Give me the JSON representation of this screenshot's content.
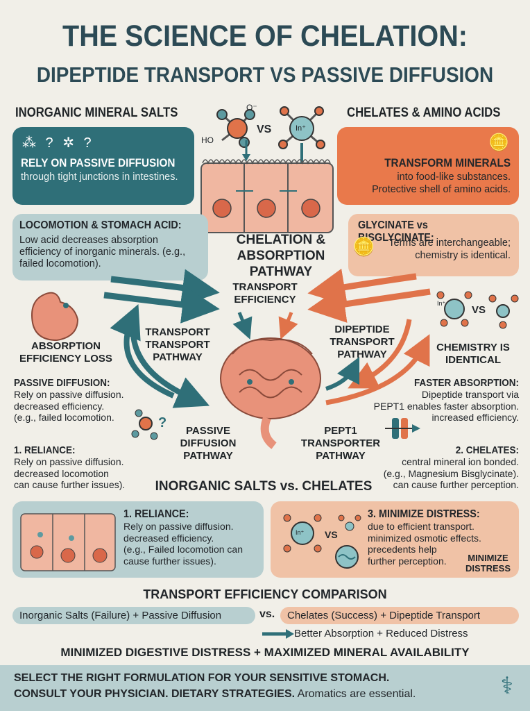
{
  "title": {
    "line1": "THE SCIENCE OF CHELATION:",
    "line2": "DIPEPTIDE TRANSPORT VS PASSIVE DIFFUSION"
  },
  "left_header": "INORGANIC MINERAL SALTS",
  "right_header": "CHELATES & AMINO ACIDS",
  "top_vs": "VS",
  "molecule_labels": {
    "ho": "HO",
    "o_minus": "O⁻",
    "ion": "In⁺",
    "ion2": "In⁺",
    "ion3": "In⁺"
  },
  "box_passive": {
    "head": "RELY ON PASSIVE DIFFUSION",
    "body": "through tight junctions in intestines."
  },
  "box_transform": {
    "head": "TRANSFORM MINERALS",
    "body1": "into food-like substances.",
    "body2": "Protective shell of amino acids."
  },
  "box_locomotion": {
    "head": "LOCOMOTION & STOMACH ACID:",
    "body": "Low acid decreases absorption efficiency of inorganic minerals. (e.g., failed locomotion)."
  },
  "box_glycinate": {
    "head": "GLYCINATE vs BISGLYCINATE:",
    "body1": "Terms are interchangeable;",
    "body2": "chemistry is identical."
  },
  "center_title": {
    "line1": "CHELATION &",
    "line2": "ABSORPTION PATHWAY"
  },
  "transport_efficiency": {
    "line1": "TRANSPORT",
    "line2": "EFFICIENCY"
  },
  "transport_pathway": {
    "line1": "TRANSPORT",
    "line2": "TRANSPORT",
    "line3": "PATHWAY"
  },
  "dipeptide_pathway": {
    "line1": "DIPEPTIDE",
    "line2": "TRANSPORT",
    "line3": "PATHWAY"
  },
  "absorption_loss": {
    "line1": "ABSORPTION",
    "line2": "EFFICIENCY LOSS"
  },
  "chem_identical": {
    "vs": "VS",
    "line1": "CHEMISTRY IS",
    "line2": "IDENTICAL"
  },
  "passive_diffusion_note": {
    "head": "PASSIVE DIFFUSION:",
    "l1": "Rely on passive diffusion.",
    "l2": "decreased efficiency.",
    "l3": "(e.g., failed locomotion."
  },
  "faster_absorption": {
    "head": "FASTER ABSORPTION:",
    "l1": "Dipeptide transport via",
    "l2": "PEPT1 enables faster absorption.",
    "l3": "increased efficiency."
  },
  "passive_pathway": {
    "line1": "PASSIVE",
    "line2": "DIFFUSION",
    "line3": "PATHWAY"
  },
  "pept1_pathway": {
    "line1": "PEPT1",
    "line2": "TRANSPORTER",
    "line3": "PATHWAY"
  },
  "reliance_left": {
    "head": "1. RELIANCE:",
    "l1": "Rely on passive diffusion.",
    "l2": "decreased locomotion",
    "l3": "can cause further issues)."
  },
  "chelates_right": {
    "head": "2. CHELATES:",
    "l1": "central mineral ion bonded.",
    "l2": "(e.g., Magnesium Bisglycinate).",
    "l3": "can cause further perception."
  },
  "mid_heading": "INORGANIC SALTS vs. CHELATES",
  "box_reliance": {
    "head": "1. RELIANCE:",
    "l1": "Rely on passive diffusion.",
    "l2": "decreased efficiency.",
    "l3": "(e.g., Failed locomotion can",
    "l4": "cause further issues)."
  },
  "box_distress": {
    "head": "3. MINIMIZE DISTRESS:",
    "l1": "due to efficient transport.",
    "l2": "minimized osmotic effects.",
    "l3": "precedents help",
    "l4": "further perception.",
    "tag1": "MINIMIZE",
    "tag2": "DISTRESS",
    "vs": "VS"
  },
  "comparison": {
    "heading": "TRANSPORT EFFICIENCY COMPARISON",
    "left_pill": "Inorganic Salts (Failure) + Passive Diffusion",
    "vs": "vs.",
    "right_pill": "Chelates (Success) + Dipeptide Transport",
    "result": "Better Absorption + Reduced Distress"
  },
  "summary": "MINIMIZED DIGESTIVE DISTRESS + MAXIMIZED MINERAL AVAILABILITY",
  "footer": {
    "line1": "SELECT THE RIGHT FORMULATION FOR YOUR SENSITIVE STOMACH.",
    "line2_bold": "CONSULT YOUR PHYSICIAN. DIETARY STRATEGIES.",
    "line2_rest": " Aromatics are essential."
  },
  "colors": {
    "teal": "#2f6f78",
    "light_teal": "#b8cfd0",
    "orange": "#e9794b",
    "peach": "#f0c2a6",
    "cell": "#e89a82"
  }
}
